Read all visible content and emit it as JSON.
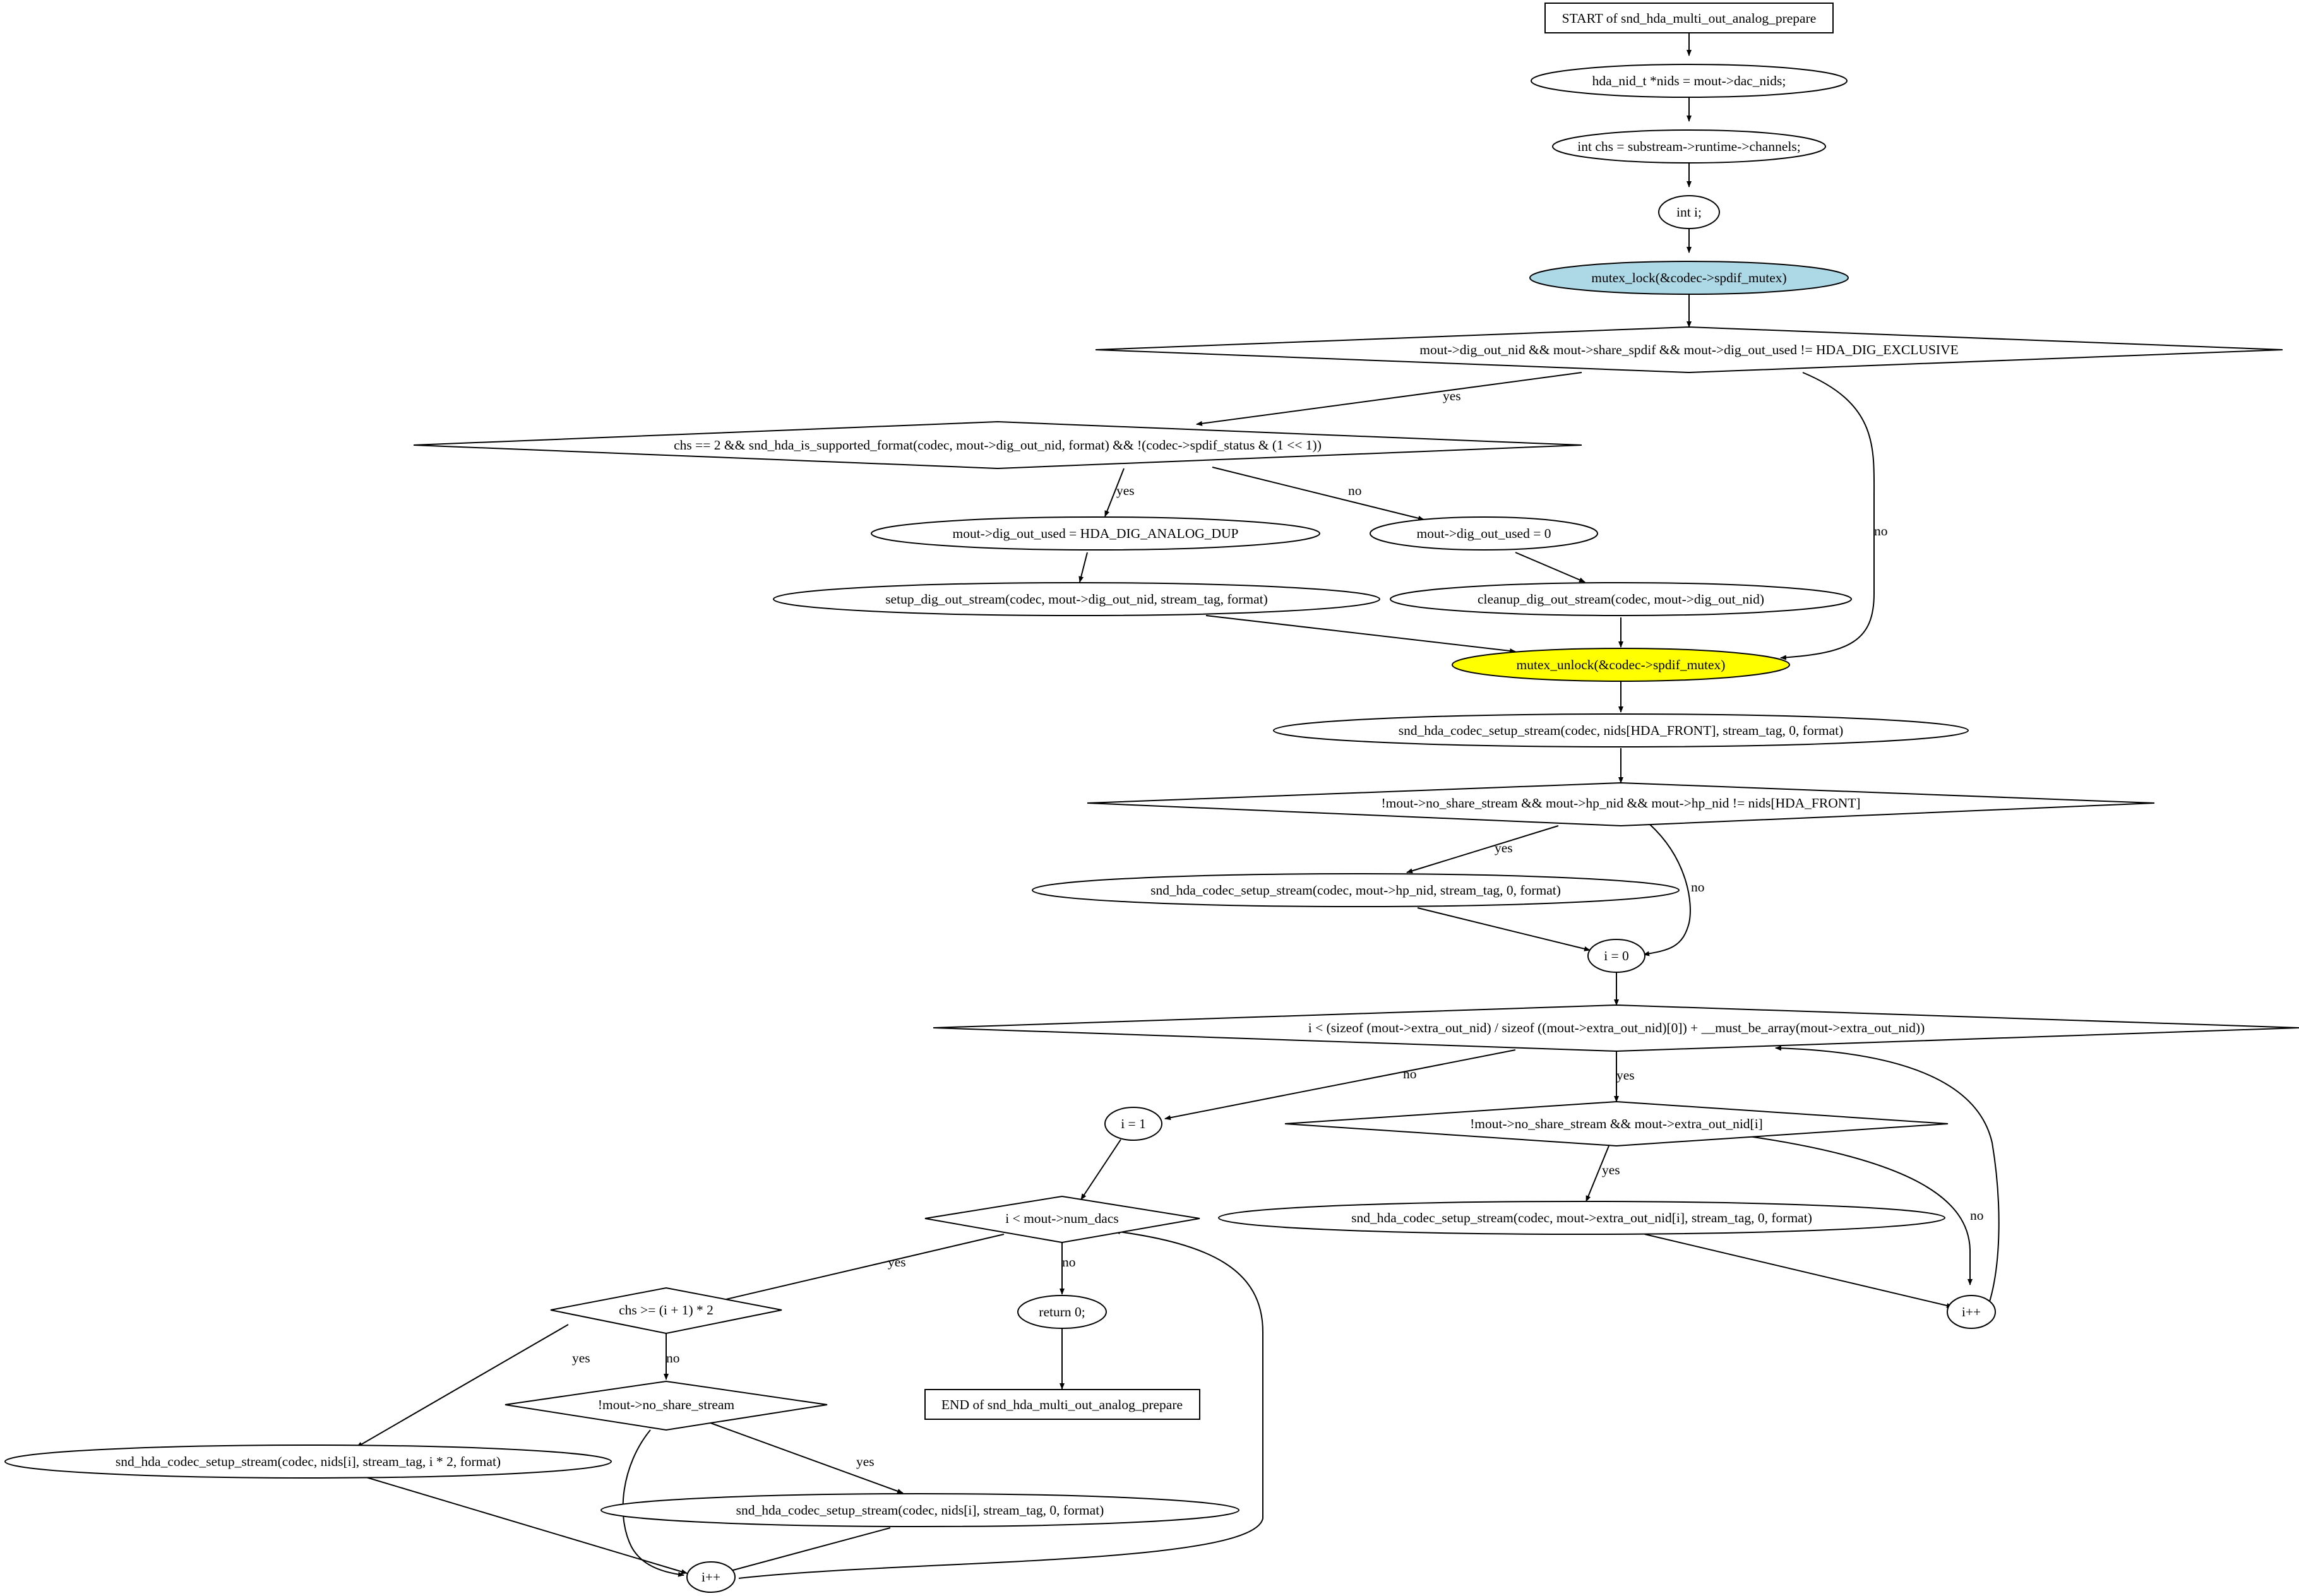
{
  "colors": {
    "line": "#000000",
    "node_fill": "#ffffff",
    "lock_fill": "#add8e6",
    "unlock_fill": "#ffff00"
  },
  "nodes": {
    "start": "START of snd_hda_multi_out_analog_prepare",
    "nids_decl": "hda_nid_t *nids = mout->dac_nids;",
    "chs_decl": "int chs = substream->runtime->channels;",
    "i_decl": "int i;",
    "lock": "mutex_lock(&codec->spdif_mutex)",
    "cond_spdif": "mout->dig_out_nid && mout->share_spdif && mout->dig_out_used != HDA_DIG_EXCLUSIVE",
    "cond_format": "chs == 2 && snd_hda_is_supported_format(codec, mout->dig_out_nid, format) && !(codec->spdif_status & (1 << 1))",
    "set_analog_dup": "mout->dig_out_used = HDA_DIG_ANALOG_DUP",
    "set_used_zero": "mout->dig_out_used = 0",
    "setup_dig": "setup_dig_out_stream(codec, mout->dig_out_nid, stream_tag, format)",
    "cleanup_dig": "cleanup_dig_out_stream(codec, mout->dig_out_nid)",
    "unlock": "mutex_unlock(&codec->spdif_mutex)",
    "setup_front": "snd_hda_codec_setup_stream(codec, nids[HDA_FRONT], stream_tag, 0, format)",
    "cond_hp": "!mout->no_share_stream && mout->hp_nid && mout->hp_nid != nids[HDA_FRONT]",
    "setup_hp": "snd_hda_codec_setup_stream(codec, mout->hp_nid, stream_tag, 0, format)",
    "i_zero": "i = 0",
    "cond_extra_loop": "i < (sizeof (mout->extra_out_nid) / sizeof ((mout->extra_out_nid)[0]) + __must_be_array(mout->extra_out_nid))",
    "cond_extra": "!mout->no_share_stream && mout->extra_out_nid[i]",
    "setup_extra": "snd_hda_codec_setup_stream(codec, mout->extra_out_nid[i], stream_tag, 0, format)",
    "inc_extra": "i++",
    "i_one": "i = 1",
    "cond_dacs": "i < mout->num_dacs",
    "return0": "return 0;",
    "end": "END of snd_hda_multi_out_analog_prepare",
    "cond_chs": "chs >= (i + 1) * 2",
    "cond_noshare": "!mout->no_share_stream",
    "setup_dac_i2": "snd_hda_codec_setup_stream(codec, nids[i], stream_tag, i * 2, format)",
    "setup_dac_0": "snd_hda_codec_setup_stream(codec, nids[i], stream_tag, 0, format)",
    "inc_dac": "i++"
  },
  "edge_labels": {
    "yes": "yes",
    "no": "no"
  }
}
